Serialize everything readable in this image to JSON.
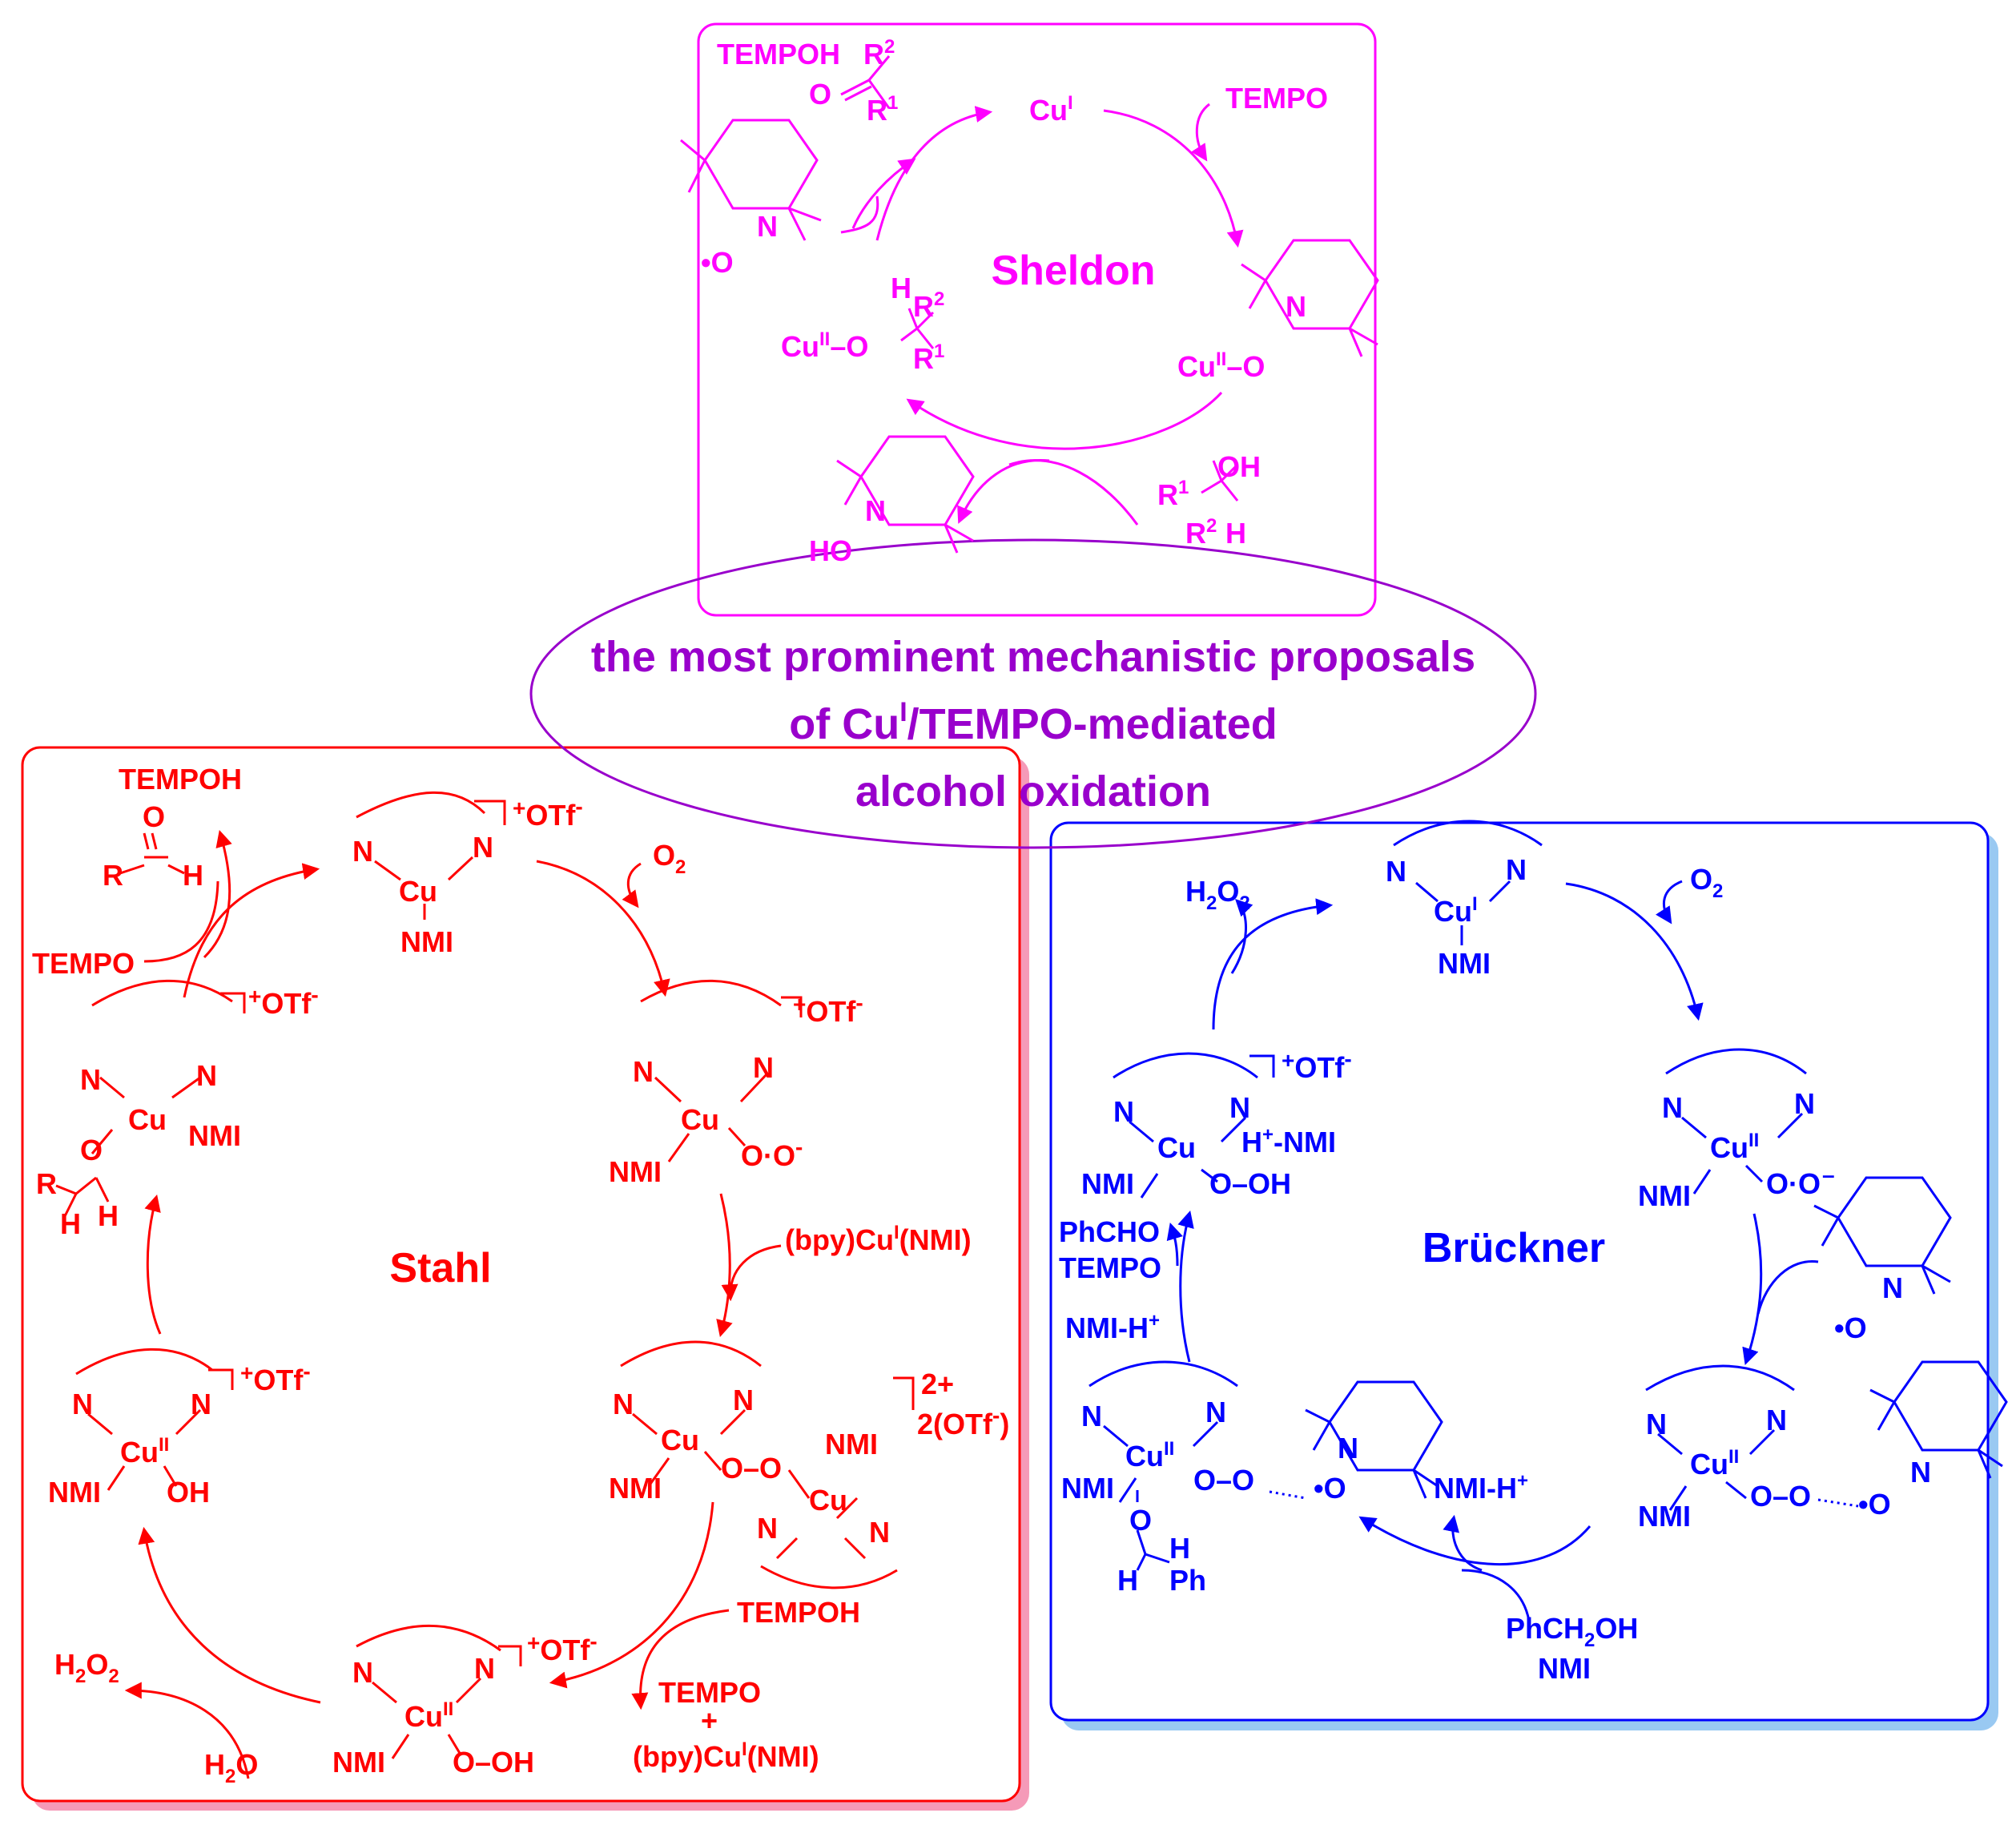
{
  "title": {
    "line1": "the most prominent mechanistic proposals",
    "line2a": "of Cu",
    "line2sup": "I",
    "line2b": "/TEMPO-mediated",
    "line3": "alcohol oxidation"
  },
  "sheldon": {
    "name": "Sheldon",
    "color": "#ff00ff",
    "labels": {
      "tempoh": "TEMPOH",
      "cu1": "Cu",
      "cu1_sup": "I",
      "tempo": "TEMPO",
      "cu2_alkoxide": "Cu",
      "cu2_alkoxide_sup": "II",
      "cu2_alkoxide_rest": "–O",
      "cu2_tempo": "Cu",
      "cu2_tempo_sup": "II",
      "cu2_tempo_rest": "–O",
      "ketone_o": "O",
      "r1": "R",
      "r1_sup": "1",
      "r2": "R",
      "r2_sup": "2",
      "h": "H",
      "oh": "OH",
      "ho": "HO",
      "n": "N",
      "o_radical": "•O"
    }
  },
  "stahl": {
    "name": "Stahl",
    "color": "#ff0000",
    "labels": {
      "tempoh": "TEMPOH",
      "tempo_left": "TEMPO",
      "o2": "O",
      "o2_sub": "2",
      "otf": "OTf",
      "otf_minus": "-",
      "plus": "+",
      "nmi": "NMI",
      "cu": "Cu",
      "cu2_sup": "II",
      "bpy_cu": "(bpy)Cu",
      "bpy_cu_sup": "I",
      "bpy_cu_rest": "(NMI)",
      "charge_2plus": "2+",
      "two_otf": "2(OTf",
      "two_otf_end": ")",
      "oh": "OH",
      "o_oh": "O–OH",
      "o_o": "O–O",
      "oo_minus": "O·O",
      "h2o2": "H",
      "h2o2_rest": "O",
      "h2o": "H",
      "h2o_rest": "O",
      "tempo_plus": "TEMPO",
      "plus_sign": "+",
      "r": "R",
      "h": "H",
      "o": "O",
      "n": "N"
    }
  },
  "bruckner": {
    "name": "Brückner",
    "color": "#0000ff",
    "labels": {
      "h2o2": "H",
      "h2o2_rest": "O",
      "o2": "O",
      "o2_sub": "2",
      "cu": "Cu",
      "cu1_sup": "I",
      "cu2_sup": "II",
      "nmi": "NMI",
      "otf": "OTf",
      "h_nmi": "H",
      "h_nmi_rest": "-NMI",
      "o_oh": "O–OH",
      "phcho": "PhCHO",
      "tempo": "TEMPO",
      "nmi_h": "NMI-H",
      "o_o_minus": "O·O",
      "o_o": "O–O",
      "phch2oh": "PhCH",
      "phch2oh_rest": "OH",
      "ph": "Ph",
      "h": "H",
      "o": "O",
      "n": "N",
      "o_radical": "•O"
    }
  },
  "colors": {
    "sheldon": "#ff00ff",
    "stahl": "#ff0000",
    "bruckner": "#0000ff",
    "title": "#9900cc",
    "stahl_shadow": "#f59ab8",
    "bruckner_shadow": "#99c9f2"
  }
}
